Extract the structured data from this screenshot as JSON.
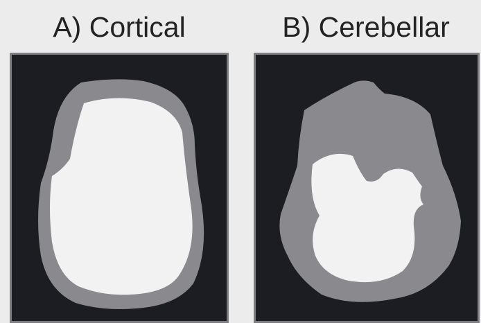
{
  "figure": {
    "panels": [
      {
        "id": "A",
        "title": "A) Cortical",
        "regions": [
          "dark-background",
          "gray-outer-ring",
          "white-inner-region"
        ]
      },
      {
        "id": "B",
        "title": "B) Cerebellar",
        "regions": [
          "dark-background",
          "gray-outer-region",
          "white-inner-region"
        ]
      }
    ],
    "colors": {
      "background": "#1c1c23",
      "gray_region": "#8a8a8e",
      "white_region": "#f2f2f2",
      "frame": "#7e7e82"
    }
  }
}
